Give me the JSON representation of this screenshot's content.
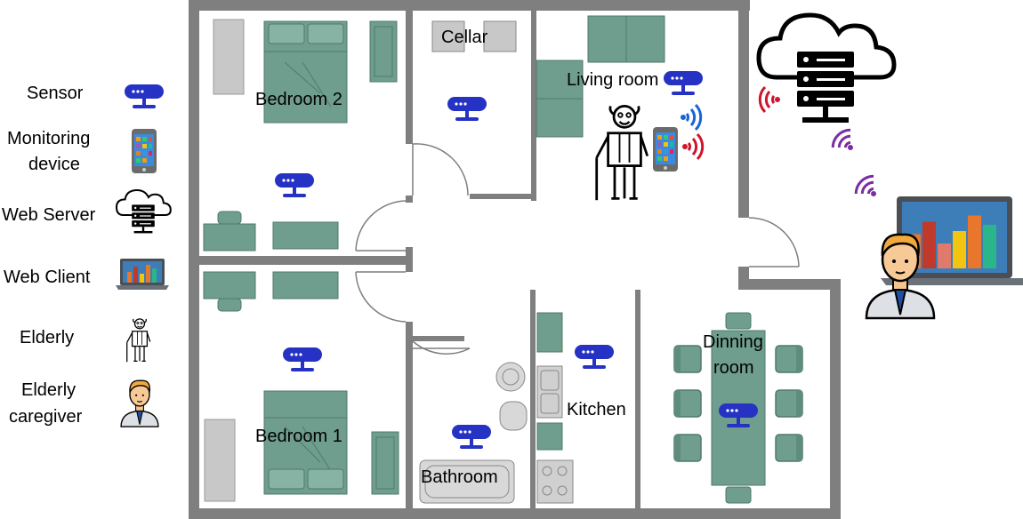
{
  "legend": {
    "sensor": "Sensor",
    "monitoring_line1": "Monitoring",
    "monitoring_line2": "device",
    "web_server": "Web Server",
    "web_client": "Web Client",
    "elderly": "Elderly",
    "caregiver_line1": "Elderly",
    "caregiver_line2": "caregiver"
  },
  "rooms": {
    "bedroom2": "Bedroom 2",
    "cellar": "Cellar",
    "living_room": "Living room",
    "bedroom1": "Bedroom 1",
    "bathroom": "Bathroom",
    "kitchen": "Kitchen",
    "dining_line1": "Dinning",
    "dining_line2": "room"
  },
  "chart_bars": [
    {
      "value": 0.55,
      "color": "#e8762d"
    },
    {
      "value": 0.75,
      "color": "#c0392b"
    },
    {
      "value": 0.4,
      "color": "#e07a6a"
    },
    {
      "value": 0.6,
      "color": "#f1c40f"
    },
    {
      "value": 0.85,
      "color": "#e8762d"
    },
    {
      "value": 0.7,
      "color": "#2ab58a"
    }
  ],
  "colors": {
    "wall": "#7f7f7f",
    "furniture": "#6f9e8e",
    "furniture_dark": "#4f7a6a",
    "sensor": "#2532c4",
    "signal_red": "#d0142c",
    "signal_blue": "#1565d8",
    "signal_purple": "#7a2ea0"
  },
  "icons": {
    "sensor": "sensor-icon",
    "monitoring": "smartphone-icon",
    "server": "cloud-server-icon",
    "client": "laptop-chart-icon",
    "elderly": "elderly-person-icon",
    "caregiver": "caregiver-icon"
  }
}
